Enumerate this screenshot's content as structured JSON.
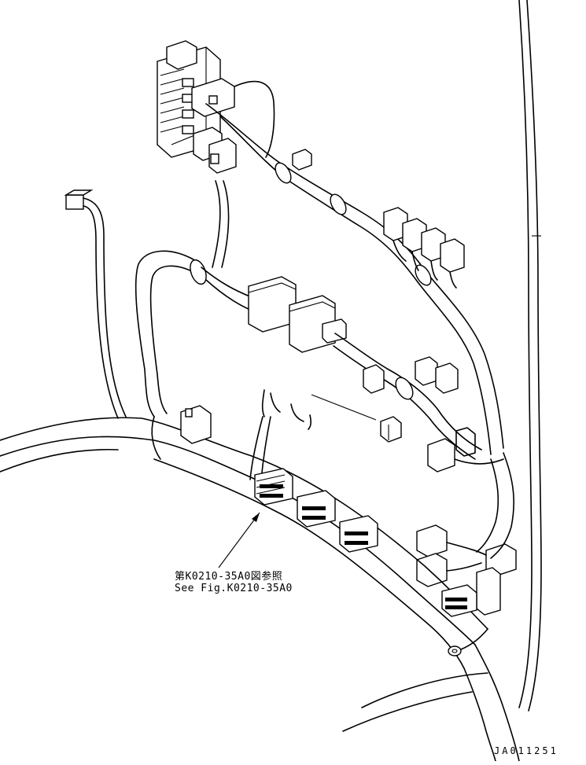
{
  "callout": {
    "reference_jp": "第K0210-35A0図参照",
    "reference_en": "See Fig.K0210-35A0"
  },
  "drawing_id": "JA011251"
}
